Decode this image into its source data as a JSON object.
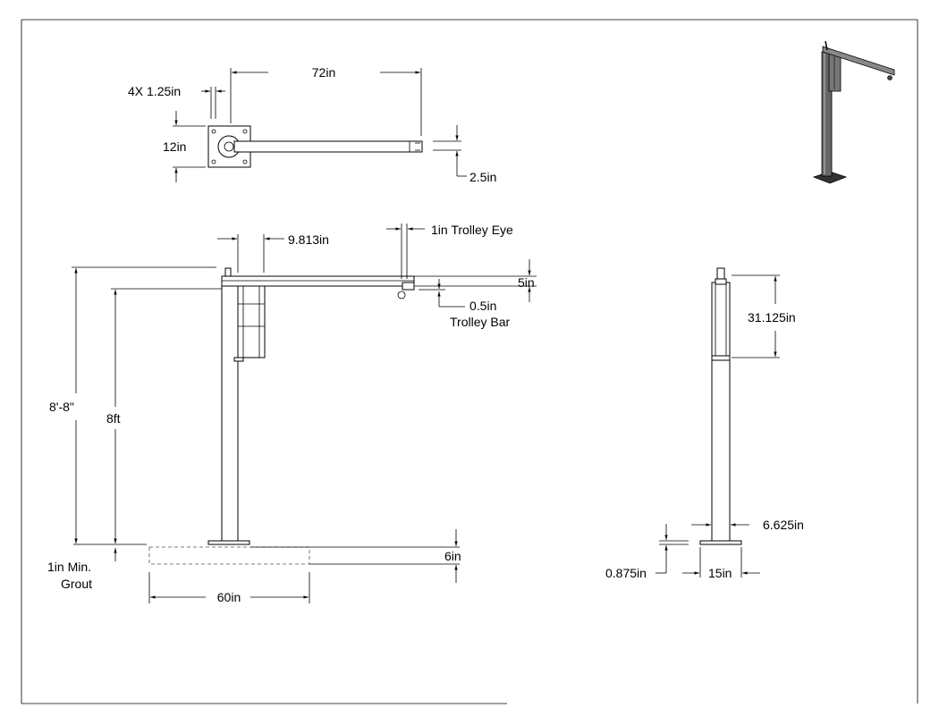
{
  "dimensions": {
    "top_length": "72in",
    "bolt_holes": "4X 1.25in",
    "plate_width": "12in",
    "bar_height": "2.5in",
    "offset": "9.813in",
    "trolley_eye": "1in Trolley Eye",
    "top_height": "5in",
    "trolley_bar_dim": "0.5in",
    "trolley_bar_label": "Trolley Bar",
    "total_height": "8'-8\"",
    "under_height": "8ft",
    "grout_line1": "1in Min.",
    "grout_line2": "Grout",
    "footing_depth": "6in",
    "footing_width": "60in",
    "upper_side": "31.125in",
    "post_dia": "6.625in",
    "base_thk": "0.875in",
    "base_width": "15in"
  },
  "colors": {
    "line": "#000000",
    "dashed": "#555555",
    "iso_shade": "#444444"
  }
}
